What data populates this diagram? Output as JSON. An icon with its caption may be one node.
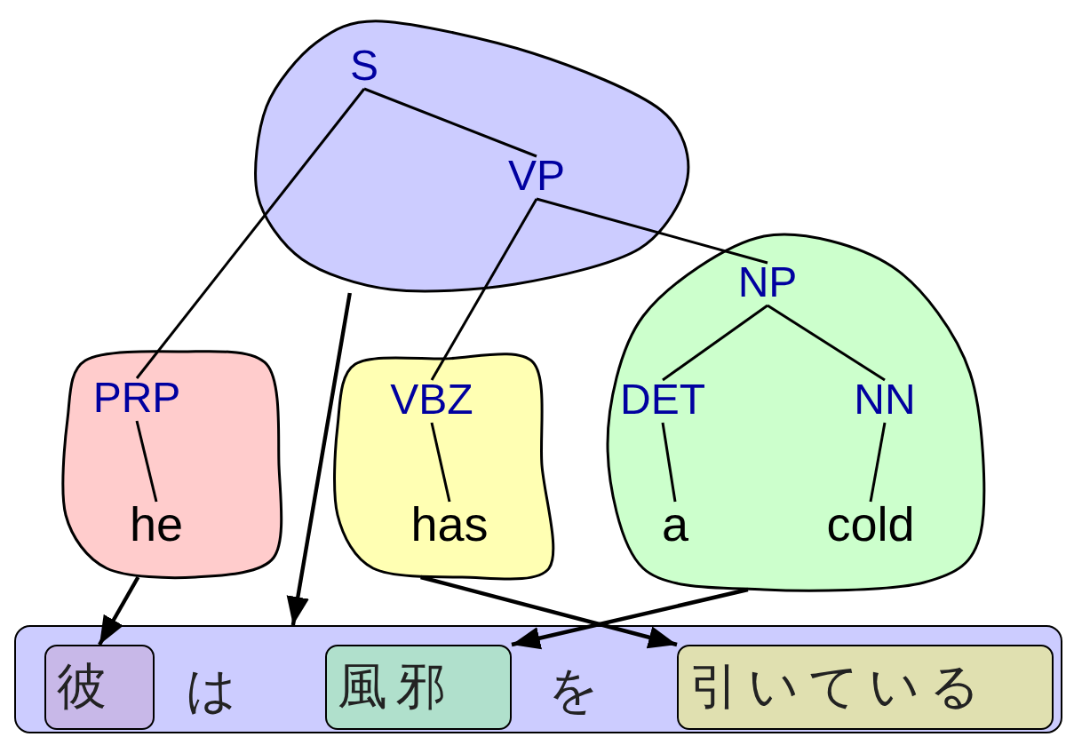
{
  "diagram": {
    "nodes": [
      {
        "text": [],
        "shape": "blob"
      },
      {
        "text": [
          "S"
        ],
        "in": 0
      },
      {
        "text": [
          "VP"
        ],
        "in": 0
      },
      {
        "text": [],
        "shape": "blob"
      },
      {
        "text": [
          "PRP"
        ],
        "in": 3
      },
      {
        "text": [
          "he"
        ],
        "in": 3
      },
      {
        "text": [],
        "shape": "blob"
      },
      {
        "text": [
          "VBZ"
        ],
        "in": 6
      },
      {
        "text": [
          "has"
        ],
        "in": 6
      },
      {
        "text": [],
        "shape": "blob"
      },
      {
        "text": [
          "NP"
        ],
        "in": 9
      },
      {
        "text": [
          "DET"
        ],
        "in": 9
      },
      {
        "text": [
          "NN"
        ],
        "in": 9
      },
      {
        "text": [
          "a"
        ],
        "in": 9
      },
      {
        "text": [
          "cold"
        ],
        "in": 9
      },
      {
        "text": [],
        "shape": "box"
      },
      {
        "text": [
          "彼"
        ],
        "in": 15
      },
      {
        "text": [
          "は"
        ],
        "in": 15
      },
      {
        "text": [
          "風邪"
        ],
        "in": 15
      },
      {
        "text": [
          "を"
        ],
        "in": 15
      },
      {
        "text": [
          "引いている"
        ],
        "in": 15
      }
    ],
    "edges": [
      {
        "from": 1,
        "to": 2,
        "arrow": "none"
      },
      {
        "from": 1,
        "to": 4,
        "arrow": "none"
      },
      {
        "from": 2,
        "to": 7,
        "arrow": "none"
      },
      {
        "from": 2,
        "to": 10,
        "arrow": "none"
      },
      {
        "from": 4,
        "to": 5,
        "arrow": "none"
      },
      {
        "from": 7,
        "to": 8,
        "arrow": "none"
      },
      {
        "from": 10,
        "to": 11,
        "arrow": "none"
      },
      {
        "from": 10,
        "to": 12,
        "arrow": "none"
      },
      {
        "from": 11,
        "to": 13,
        "arrow": "none"
      },
      {
        "from": 12,
        "to": 14,
        "arrow": "none"
      },
      {
        "from": 3,
        "to": 16,
        "arrow": "to"
      },
      {
        "from": 0,
        "to": 15,
        "arrow": "to"
      },
      {
        "from": 6,
        "to": 20,
        "arrow": "to"
      },
      {
        "from": 9,
        "to": 18,
        "arrow": "to"
      }
    ]
  }
}
